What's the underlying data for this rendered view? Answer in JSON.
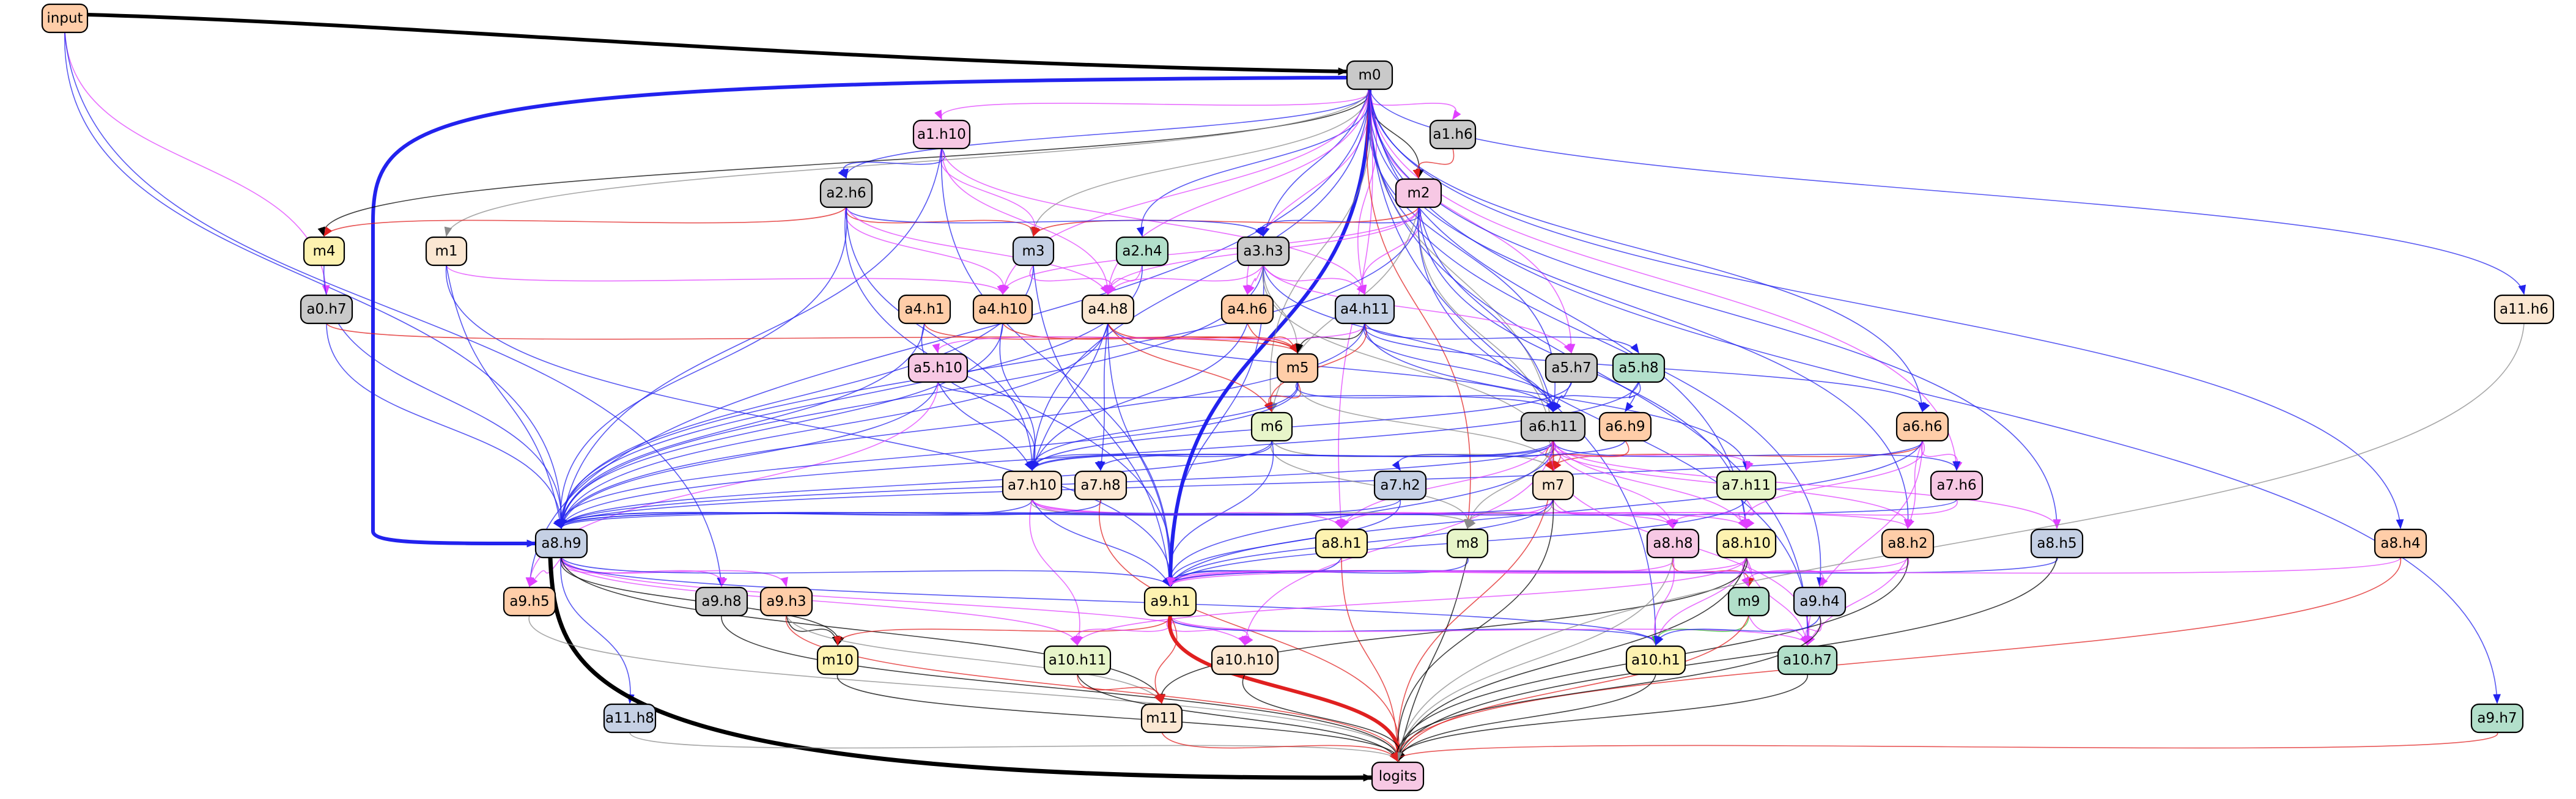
{
  "palette": {
    "orange": "#ffcda8",
    "gray": "#c9c9c9",
    "pink": "#f7c8e4",
    "blue": "#c5d0e4",
    "green": "#b2dfca",
    "yellow": "#fdf2b0",
    "peach": "#fbe7d2",
    "lime": "#e7f5c9"
  },
  "edge_colors": {
    "k": "#000000",
    "b": "#2222ee",
    "m": "#e040ff",
    "r": "#e02020",
    "g": "#8a8a8a",
    "l": "#33cc33"
  },
  "nodes": [
    {
      "id": "input",
      "label": "input",
      "fill": "orange"
    },
    {
      "id": "m0",
      "label": "m0",
      "fill": "gray"
    },
    {
      "id": "a1h10",
      "label": "a1.h10",
      "fill": "pink"
    },
    {
      "id": "a1h6",
      "label": "a1.h6",
      "fill": "gray"
    },
    {
      "id": "m2",
      "label": "m2",
      "fill": "pink"
    },
    {
      "id": "a2h6",
      "label": "a2.h6",
      "fill": "gray"
    },
    {
      "id": "m4",
      "label": "m4",
      "fill": "yellow"
    },
    {
      "id": "m1",
      "label": "m1",
      "fill": "peach"
    },
    {
      "id": "m3",
      "label": "m3",
      "fill": "blue"
    },
    {
      "id": "a2h4",
      "label": "a2.h4",
      "fill": "green"
    },
    {
      "id": "a3h3",
      "label": "a3.h3",
      "fill": "gray"
    },
    {
      "id": "a0h7",
      "label": "a0.h7",
      "fill": "gray"
    },
    {
      "id": "a4h1",
      "label": "a4.h1",
      "fill": "orange"
    },
    {
      "id": "a4h10",
      "label": "a4.h10",
      "fill": "orange"
    },
    {
      "id": "a4h8",
      "label": "a4.h8",
      "fill": "peach"
    },
    {
      "id": "a4h6",
      "label": "a4.h6",
      "fill": "orange"
    },
    {
      "id": "a4h11",
      "label": "a4.h11",
      "fill": "blue"
    },
    {
      "id": "a11h6",
      "label": "a11.h6",
      "fill": "peach"
    },
    {
      "id": "a5h10",
      "label": "a5.h10",
      "fill": "pink"
    },
    {
      "id": "m5",
      "label": "m5",
      "fill": "orange"
    },
    {
      "id": "a5h7",
      "label": "a5.h7",
      "fill": "gray"
    },
    {
      "id": "a5h8",
      "label": "a5.h8",
      "fill": "green"
    },
    {
      "id": "a6h6",
      "label": "a6.h6",
      "fill": "orange"
    },
    {
      "id": "m6",
      "label": "m6",
      "fill": "lime"
    },
    {
      "id": "a6h11",
      "label": "a6.h11",
      "fill": "gray"
    },
    {
      "id": "a6h9",
      "label": "a6.h9",
      "fill": "orange"
    },
    {
      "id": "a7h10",
      "label": "a7.h10",
      "fill": "peach"
    },
    {
      "id": "a7h8",
      "label": "a7.h8",
      "fill": "peach"
    },
    {
      "id": "a7h2",
      "label": "a7.h2",
      "fill": "blue"
    },
    {
      "id": "m7",
      "label": "m7",
      "fill": "peach"
    },
    {
      "id": "a7h11",
      "label": "a7.h11",
      "fill": "lime"
    },
    {
      "id": "a7h6",
      "label": "a7.h6",
      "fill": "pink"
    },
    {
      "id": "a8h9",
      "label": "a8.h9",
      "fill": "blue"
    },
    {
      "id": "a8h1",
      "label": "a8.h1",
      "fill": "yellow"
    },
    {
      "id": "m8",
      "label": "m8",
      "fill": "lime"
    },
    {
      "id": "a8h8",
      "label": "a8.h8",
      "fill": "pink"
    },
    {
      "id": "a8h10",
      "label": "a8.h10",
      "fill": "yellow"
    },
    {
      "id": "a8h2",
      "label": "a8.h2",
      "fill": "orange"
    },
    {
      "id": "a8h5",
      "label": "a8.h5",
      "fill": "blue"
    },
    {
      "id": "a8h4",
      "label": "a8.h4",
      "fill": "orange"
    },
    {
      "id": "a9h5",
      "label": "a9.h5",
      "fill": "orange"
    },
    {
      "id": "a9h8",
      "label": "a9.h8",
      "fill": "gray"
    },
    {
      "id": "a9h3",
      "label": "a9.h3",
      "fill": "orange"
    },
    {
      "id": "a9h1",
      "label": "a9.h1",
      "fill": "yellow"
    },
    {
      "id": "m9",
      "label": "m9",
      "fill": "green"
    },
    {
      "id": "a9h4",
      "label": "a9.h4",
      "fill": "blue"
    },
    {
      "id": "m10",
      "label": "m10",
      "fill": "yellow"
    },
    {
      "id": "a10h11",
      "label": "a10.h11",
      "fill": "lime"
    },
    {
      "id": "a10h10",
      "label": "a10.h10",
      "fill": "peach"
    },
    {
      "id": "a10h1",
      "label": "a10.h1",
      "fill": "yellow"
    },
    {
      "id": "a10h7",
      "label": "a10.h7",
      "fill": "green"
    },
    {
      "id": "a9h7",
      "label": "a9.h7",
      "fill": "green"
    },
    {
      "id": "a11h8",
      "label": "a11.h8",
      "fill": "blue"
    },
    {
      "id": "m11",
      "label": "m11",
      "fill": "peach"
    },
    {
      "id": "logits",
      "label": "logits",
      "fill": "pink"
    }
  ],
  "edges": [
    [
      "input",
      "m0",
      "k",
      3
    ],
    [
      "input",
      "a8h9",
      "b",
      1
    ],
    [
      "input",
      "a0h7",
      "m",
      1
    ],
    [
      "input",
      "a9h8",
      "b",
      1
    ],
    [
      "m0",
      "a8h9",
      "b",
      3
    ],
    [
      "m0",
      "a9h1",
      "b",
      3
    ],
    [
      "m0",
      "a1h10",
      "m",
      1
    ],
    [
      "m0",
      "a1h6",
      "m",
      1
    ],
    [
      "m0",
      "m2",
      "k",
      1
    ],
    [
      "m0",
      "a2h6",
      "b",
      1
    ],
    [
      "m0",
      "m4",
      "k",
      1
    ],
    [
      "m0",
      "m1",
      "g",
      1
    ],
    [
      "m0",
      "m3",
      "g",
      1
    ],
    [
      "m0",
      "a2h4",
      "b",
      1
    ],
    [
      "m0",
      "a3h3",
      "b",
      1
    ],
    [
      "m0",
      "a4h8",
      "m",
      1
    ],
    [
      "m0",
      "a4h6",
      "m",
      1
    ],
    [
      "m0",
      "a4h11",
      "m",
      1
    ],
    [
      "m0",
      "a4h10",
      "m",
      1
    ],
    [
      "m0",
      "a5h7",
      "m",
      1
    ],
    [
      "m0",
      "m6",
      "g",
      1
    ],
    [
      "m0",
      "a6h11",
      "b",
      1
    ],
    [
      "m0",
      "m7",
      "g",
      1
    ],
    [
      "m0",
      "a7h6",
      "m",
      1
    ],
    [
      "m0",
      "a8h10",
      "b",
      1
    ],
    [
      "m0",
      "a8h2",
      "b",
      1
    ],
    [
      "m0",
      "a8h5",
      "b",
      1
    ],
    [
      "m0",
      "a8h4",
      "b",
      1
    ],
    [
      "m0",
      "a9h4",
      "b",
      1
    ],
    [
      "m0",
      "a10h7",
      "b",
      1
    ],
    [
      "m0",
      "a9h7",
      "b",
      1
    ],
    [
      "m0",
      "a11h6",
      "b",
      1
    ],
    [
      "m0",
      "a9h5",
      "b",
      1
    ],
    [
      "m0",
      "a10h1",
      "b",
      1
    ],
    [
      "m0",
      "a8h1",
      "m",
      1
    ],
    [
      "m0",
      "m8",
      "r",
      1
    ],
    [
      "m0",
      "a7h10",
      "b",
      1
    ],
    [
      "m0",
      "a6h6",
      "b",
      1
    ],
    [
      "a1h10",
      "a2h6",
      "b",
      1
    ],
    [
      "a1h10",
      "m3",
      "m",
      1
    ],
    [
      "a1h10",
      "a4h8",
      "m",
      1
    ],
    [
      "a1h10",
      "a4h11",
      "m",
      1
    ],
    [
      "a1h10",
      "a8h9",
      "b",
      1
    ],
    [
      "a1h10",
      "a9h1",
      "b",
      1
    ],
    [
      "a1h6",
      "m2",
      "r",
      1
    ],
    [
      "m2",
      "a3h3",
      "b",
      1
    ],
    [
      "m2",
      "m3",
      "r",
      1
    ],
    [
      "m2",
      "a4h8",
      "m",
      1
    ],
    [
      "m2",
      "a4h11",
      "m",
      1
    ],
    [
      "m2",
      "m6",
      "g",
      1
    ],
    [
      "m2",
      "m7",
      "g",
      1
    ],
    [
      "m2",
      "a8h10",
      "b",
      1
    ],
    [
      "m2",
      "a6h11",
      "b",
      1
    ],
    [
      "m2",
      "a10h7",
      "b",
      1
    ],
    [
      "m2",
      "a4h10",
      "m",
      1
    ],
    [
      "m2",
      "a8h9",
      "b",
      1
    ],
    [
      "a2h6",
      "m4",
      "r",
      1
    ],
    [
      "a2h6",
      "m3",
      "r",
      1
    ],
    [
      "a2h6",
      "a3h3",
      "b",
      1
    ],
    [
      "a2h6",
      "a4h8",
      "m",
      1
    ],
    [
      "a2h6",
      "a4h10",
      "m",
      1
    ],
    [
      "a2h6",
      "a7h10",
      "b",
      1
    ],
    [
      "a2h6",
      "a8h9",
      "b",
      1
    ],
    [
      "a2h6",
      "a9h1",
      "b",
      1
    ],
    [
      "m4",
      "a8h9",
      "b",
      1
    ],
    [
      "m1",
      "a4h10",
      "m",
      1
    ],
    [
      "m1",
      "a8h9",
      "b",
      1
    ],
    [
      "m1",
      "a9h1",
      "b",
      1
    ],
    [
      "m3",
      "a8h9",
      "b",
      1
    ],
    [
      "m3",
      "a9h1",
      "b",
      1
    ],
    [
      "m3",
      "a4h8",
      "m",
      1
    ],
    [
      "a2h4",
      "a4h8",
      "m",
      1
    ],
    [
      "a2h4",
      "a8h9",
      "b",
      1
    ],
    [
      "a3h3",
      "a4h11",
      "m",
      1
    ],
    [
      "a3h3",
      "a4h6",
      "m",
      1
    ],
    [
      "a3h3",
      "m5",
      "g",
      1
    ],
    [
      "a3h3",
      "a6h11",
      "b",
      1
    ],
    [
      "a3h3",
      "a4h8",
      "m",
      1
    ],
    [
      "a3h3",
      "a8h9",
      "b",
      1
    ],
    [
      "a3h3",
      "a9h1",
      "b",
      1
    ],
    [
      "a3h3",
      "a5h7",
      "m",
      1
    ],
    [
      "a3h3",
      "m7",
      "g",
      1
    ],
    [
      "a0h7",
      "a8h9",
      "b",
      1
    ],
    [
      "a0h7",
      "m5",
      "r",
      1
    ],
    [
      "a4h1",
      "a7h10",
      "b",
      1
    ],
    [
      "a4h1",
      "a8h9",
      "b",
      1
    ],
    [
      "a4h1",
      "m5",
      "r",
      1
    ],
    [
      "a4h10",
      "m5",
      "r",
      1
    ],
    [
      "a4h10",
      "a7h10",
      "b",
      1
    ],
    [
      "a4h10",
      "a8h9",
      "b",
      1
    ],
    [
      "a4h8",
      "m5",
      "r",
      1
    ],
    [
      "a4h8",
      "a7h10",
      "b",
      1
    ],
    [
      "a4h8",
      "a7h8",
      "b",
      1
    ],
    [
      "a4h8",
      "a6h11",
      "b",
      1
    ],
    [
      "a4h8",
      "m6",
      "r",
      1
    ],
    [
      "a4h8",
      "a8h9",
      "b",
      1
    ],
    [
      "a4h8",
      "a9h1",
      "b",
      1
    ],
    [
      "a4h6",
      "m5",
      "r",
      1
    ],
    [
      "a4h6",
      "a7h10",
      "b",
      1
    ],
    [
      "a4h11",
      "m5",
      "k",
      1
    ],
    [
      "a4h11",
      "a5h10",
      "m",
      1
    ],
    [
      "a4h11",
      "a5h8",
      "b",
      1
    ],
    [
      "a4h11",
      "a6h11",
      "b",
      1
    ],
    [
      "a4h11",
      "a7h11",
      "b",
      1
    ],
    [
      "a4h11",
      "m6",
      "r",
      1
    ],
    [
      "a4h11",
      "a6h6",
      "b",
      1
    ],
    [
      "a4h11",
      "a8h9",
      "b",
      1
    ],
    [
      "a5h10",
      "a6h11",
      "b",
      1
    ],
    [
      "a5h10",
      "a7h10",
      "b",
      1
    ],
    [
      "a5h10",
      "a8h9",
      "b",
      1
    ],
    [
      "a5h10",
      "a9h5",
      "m",
      1
    ],
    [
      "m5",
      "m6",
      "r",
      1
    ],
    [
      "m5",
      "a6h11",
      "b",
      1
    ],
    [
      "m5",
      "m7",
      "g",
      1
    ],
    [
      "m5",
      "a7h10",
      "b",
      1
    ],
    [
      "m5",
      "a8h9",
      "b",
      1
    ],
    [
      "a5h7",
      "a6h11",
      "b",
      1
    ],
    [
      "a5h7",
      "a7h10",
      "b",
      1
    ],
    [
      "a5h8",
      "a6h11",
      "b",
      1
    ],
    [
      "a5h8",
      "a6h9",
      "b",
      1
    ],
    [
      "a5h8",
      "a8h9",
      "b",
      1
    ],
    [
      "a6h6",
      "m7",
      "r",
      1
    ],
    [
      "a6h6",
      "a8h10",
      "m",
      1
    ],
    [
      "a6h6",
      "a8h2",
      "m",
      1
    ],
    [
      "a6h6",
      "a10h7",
      "m",
      1
    ],
    [
      "a6h6",
      "a8h9",
      "b",
      1
    ],
    [
      "a6h6",
      "a9h1",
      "b",
      1
    ],
    [
      "a6h6",
      "a7h6",
      "m",
      1
    ],
    [
      "m6",
      "a7h10",
      "b",
      1
    ],
    [
      "m6",
      "m7",
      "g",
      1
    ],
    [
      "m6",
      "m8",
      "g",
      1
    ],
    [
      "m6",
      "a8h9",
      "b",
      1
    ],
    [
      "m6",
      "a9h1",
      "b",
      1
    ],
    [
      "a6h11",
      "m7",
      "r",
      1
    ],
    [
      "a6h11",
      "a7h10",
      "b",
      1
    ],
    [
      "a6h11",
      "a7h8",
      "b",
      1
    ],
    [
      "a6h11",
      "a7h2",
      "b",
      1
    ],
    [
      "a6h11",
      "a7h11",
      "m",
      1
    ],
    [
      "a6h11",
      "a7h6",
      "b",
      1
    ],
    [
      "a6h11",
      "a8h9",
      "b",
      1
    ],
    [
      "a6h11",
      "a8h1",
      "m",
      1
    ],
    [
      "a6h11",
      "m8",
      "g",
      1
    ],
    [
      "a6h11",
      "a8h8",
      "m",
      1
    ],
    [
      "a6h11",
      "a8h10",
      "m",
      1
    ],
    [
      "a6h11",
      "a8h2",
      "m",
      1
    ],
    [
      "a6h11",
      "a8h5",
      "m",
      1
    ],
    [
      "a6h11",
      "a9h1",
      "b",
      1
    ],
    [
      "a6h11",
      "a10h7",
      "m",
      1
    ],
    [
      "a6h11",
      "a10h10",
      "m",
      1
    ],
    [
      "a6h11",
      "logits",
      "r",
      1
    ],
    [
      "a6h9",
      "m7",
      "r",
      1
    ],
    [
      "a6h9",
      "a7h10",
      "b",
      1
    ],
    [
      "a7h10",
      "a8h9",
      "b",
      1
    ],
    [
      "a7h10",
      "a8h1",
      "m",
      1
    ],
    [
      "a7h10",
      "m8",
      "g",
      1
    ],
    [
      "a7h10",
      "a8h8",
      "m",
      1
    ],
    [
      "a7h10",
      "a8h10",
      "m",
      1
    ],
    [
      "a7h10",
      "a9h1",
      "b",
      1
    ],
    [
      "a7h10",
      "a10h11",
      "m",
      1
    ],
    [
      "a7h10",
      "a8h2",
      "m",
      1
    ],
    [
      "a7h8",
      "a8h9",
      "b",
      1
    ],
    [
      "a7h8",
      "logits",
      "r",
      1
    ],
    [
      "a7h2",
      "a8h9",
      "b",
      1
    ],
    [
      "a7h2",
      "a9h1",
      "b",
      1
    ],
    [
      "m7",
      "a8h9",
      "b",
      1
    ],
    [
      "m7",
      "a8h1",
      "m",
      1
    ],
    [
      "m7",
      "m8",
      "g",
      1
    ],
    [
      "m7",
      "a8h8",
      "m",
      1
    ],
    [
      "m7",
      "a8h10",
      "m",
      1
    ],
    [
      "m7",
      "a9h1",
      "b",
      1
    ],
    [
      "m7",
      "logits",
      "k",
      1
    ],
    [
      "a7h11",
      "a8h10",
      "m",
      1
    ],
    [
      "a7h11",
      "a9h1",
      "b",
      1
    ],
    [
      "a7h6",
      "a8h9",
      "b",
      1
    ],
    [
      "a7h6",
      "a8h8",
      "m",
      1
    ],
    [
      "a8h9",
      "a9h5",
      "m",
      1
    ],
    [
      "a8h9",
      "a9h8",
      "m",
      1
    ],
    [
      "a8h9",
      "a9h3",
      "m",
      1
    ],
    [
      "a8h9",
      "a9h1",
      "b",
      1
    ],
    [
      "a8h9",
      "m10",
      "k",
      1
    ],
    [
      "a8h9",
      "a10h11",
      "m",
      1
    ],
    [
      "a8h9",
      "a10h10",
      "m",
      1
    ],
    [
      "a8h9",
      "a10h1",
      "b",
      1
    ],
    [
      "a8h9",
      "a11h8",
      "b",
      1
    ],
    [
      "a8h9",
      "m11",
      "k",
      1
    ],
    [
      "a8h9",
      "logits",
      "k",
      4
    ],
    [
      "a8h1",
      "a9h1",
      "b",
      1
    ],
    [
      "a8h1",
      "logits",
      "r",
      1
    ],
    [
      "m8",
      "a9h1",
      "b",
      1
    ],
    [
      "m8",
      "logits",
      "k",
      1
    ],
    [
      "a8h8",
      "m9",
      "r",
      1
    ],
    [
      "a8h8",
      "a10h1",
      "m",
      1
    ],
    [
      "a8h8",
      "a9h1",
      "m",
      1
    ],
    [
      "a8h8",
      "logits",
      "g",
      1
    ],
    [
      "a8h10",
      "a9h1",
      "m",
      1
    ],
    [
      "a8h10",
      "m9",
      "m",
      1
    ],
    [
      "a8h10",
      "a9h4",
      "m",
      1
    ],
    [
      "a8h10",
      "a10h1",
      "m",
      1
    ],
    [
      "a8h10",
      "a10h7",
      "m",
      1
    ],
    [
      "a8h10",
      "m11",
      "k",
      1
    ],
    [
      "a8h10",
      "logits",
      "k",
      1
    ],
    [
      "a8h10",
      "a10h11",
      "m",
      1
    ],
    [
      "a8h2",
      "m9",
      "m",
      1
    ],
    [
      "a8h2",
      "a10h7",
      "m",
      1
    ],
    [
      "a8h2",
      "a9h1",
      "m",
      1
    ],
    [
      "a8h2",
      "logits",
      "k",
      1
    ],
    [
      "a8h5",
      "a9h1",
      "b",
      1
    ],
    [
      "a8h5",
      "logits",
      "k",
      1
    ],
    [
      "a8h4",
      "a9h1",
      "m",
      1
    ],
    [
      "a8h4",
      "logits",
      "r",
      1
    ],
    [
      "a9h5",
      "logits",
      "g",
      1
    ],
    [
      "a9h8",
      "logits",
      "k",
      1
    ],
    [
      "a9h3",
      "m10",
      "k",
      1
    ],
    [
      "a9h3",
      "m11",
      "g",
      1
    ],
    [
      "a9h3",
      "logits",
      "r",
      1
    ],
    [
      "a9h1",
      "m10",
      "r",
      1
    ],
    [
      "a9h1",
      "a10h11",
      "m",
      1
    ],
    [
      "a9h1",
      "a10h10",
      "m",
      1
    ],
    [
      "a9h1",
      "a10h1",
      "b",
      1
    ],
    [
      "a9h1",
      "a10h7",
      "m",
      1
    ],
    [
      "a9h1",
      "m11",
      "r",
      1
    ],
    [
      "a9h1",
      "logits",
      "r",
      3
    ],
    [
      "m9",
      "a10h1",
      "l",
      1
    ],
    [
      "m9",
      "a10h7",
      "m",
      1
    ],
    [
      "m9",
      "logits",
      "r",
      1
    ],
    [
      "a9h4",
      "a10h1",
      "b",
      1
    ],
    [
      "a9h4",
      "a10h7",
      "m",
      1
    ],
    [
      "a9h4",
      "logits",
      "k",
      1
    ],
    [
      "m10",
      "logits",
      "k",
      1
    ],
    [
      "a10h11",
      "m11",
      "r",
      1
    ],
    [
      "a10h11",
      "logits",
      "k",
      1
    ],
    [
      "a10h10",
      "logits",
      "k",
      1
    ],
    [
      "a10h1",
      "logits",
      "k",
      1
    ],
    [
      "a10h7",
      "logits",
      "k",
      1
    ],
    [
      "a9h7",
      "logits",
      "r",
      1
    ],
    [
      "a11h6",
      "logits",
      "g",
      1
    ],
    [
      "a11h8",
      "logits",
      "g",
      1
    ],
    [
      "m11",
      "logits",
      "r",
      1
    ]
  ]
}
